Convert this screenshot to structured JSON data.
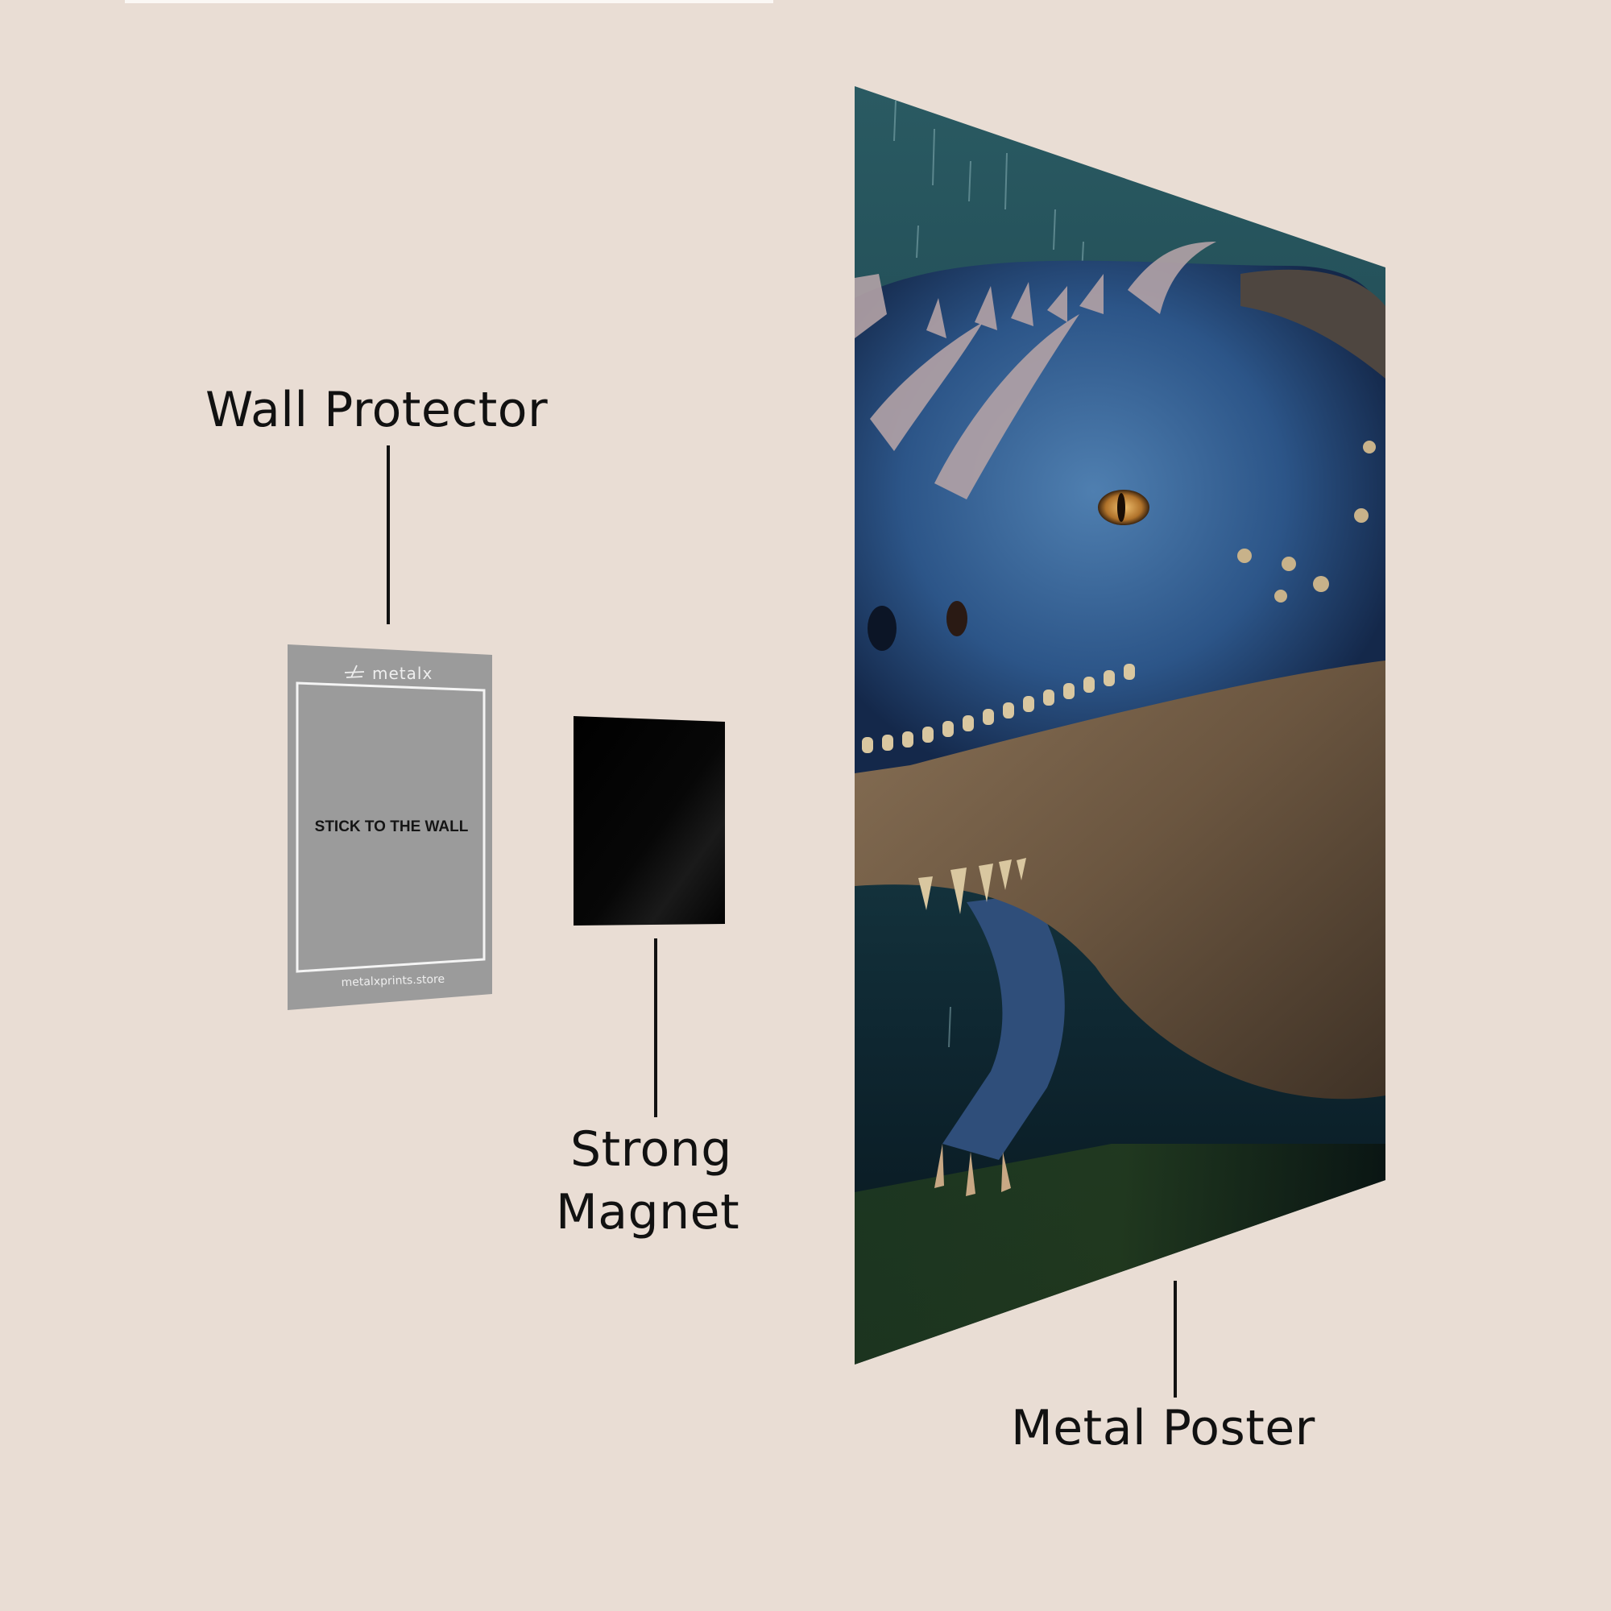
{
  "labels": {
    "wall_protector": "Wall Protector",
    "strong_magnet_line1": "Strong",
    "strong_magnet_line2": "Magnet",
    "metal_poster": "Metal Poster"
  },
  "wall_protector_card": {
    "brand": "metalx",
    "instruction": "STICK TO THE WALL",
    "website": "metalxprints.store"
  },
  "poster": {
    "subject": "blue dragon close-up in rain"
  },
  "colors": {
    "background": "#e9ddd4",
    "protector_gray": "#9b9b9b",
    "magnet_black": "#050505",
    "text": "#111111",
    "poster_teal": "#1e4a52",
    "dragon_blue": "#2e5a8c",
    "dragon_brown": "#6e5a44"
  }
}
